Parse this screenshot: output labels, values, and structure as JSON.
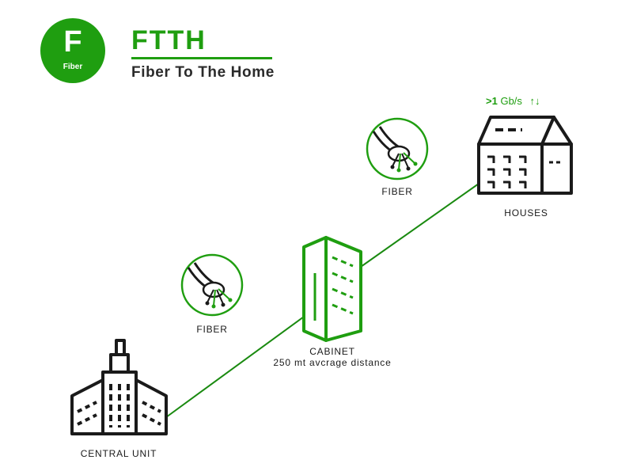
{
  "logo": {
    "letter": "F",
    "caption": "Fiber"
  },
  "header": {
    "title": "FTTH",
    "subtitle": "Fiber To The Home"
  },
  "nodes": {
    "central_unit": "CENTRAL UNIT",
    "cabinet": "CABINET",
    "cabinet_note": "250 mt avcrage distance",
    "houses": "HOUSES"
  },
  "fiber_labels": {
    "lower": "FIBER",
    "upper": "FIBER"
  },
  "speed": {
    "prefix": ">1",
    "unit": "Gb/s",
    "arrows": "↑↓"
  },
  "colors": {
    "accent": "#1f9e10",
    "line": "#1a1a1a"
  }
}
